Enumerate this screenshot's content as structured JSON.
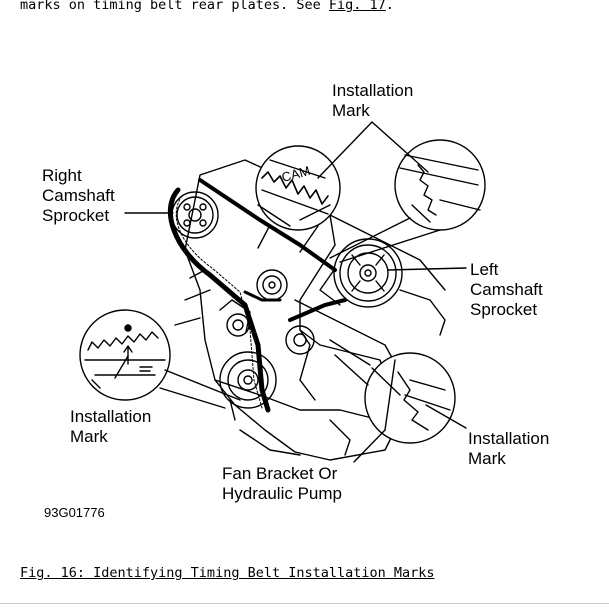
{
  "document": {
    "intro_text": "marks on timing belt rear plates. See ",
    "intro_link": "Fig. 17",
    "intro_end": ".",
    "caption": "Fig. 16: Identifying Timing Belt Installation Marks"
  },
  "figure": {
    "labels": {
      "install_top_1": "Installation",
      "install_top_2": "Mark",
      "right_cam_1": "Right",
      "right_cam_2": "Camshaft",
      "right_cam_3": "Sprocket",
      "left_cam_1": "Left",
      "left_cam_2": "Camshaft",
      "left_cam_3": "Sprocket",
      "install_left_1": "Installation",
      "install_left_2": "Mark",
      "install_right_1": "Installation",
      "install_right_2": "Mark",
      "fan_1": "Fan Bracket Or",
      "fan_2": "Hydraulic Pump",
      "figure_code": "93G01776",
      "cam_mark": "CAM"
    }
  }
}
